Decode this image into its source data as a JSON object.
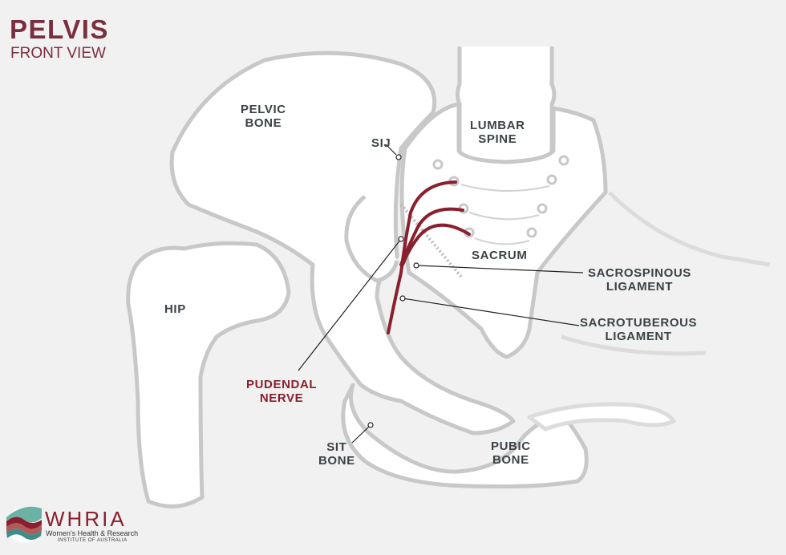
{
  "header": {
    "title": "PELVIS",
    "subtitle": "FRONT VIEW"
  },
  "labels": {
    "pelvic_bone": [
      "PELVIC",
      "BONE"
    ],
    "sij": "SIJ",
    "lumbar_spine": [
      "LUMBAR",
      "SPINE"
    ],
    "hip": "HIP",
    "sacrum": "SACRUM",
    "sacrospinous": [
      "SACROSPINOUS",
      "LIGAMENT"
    ],
    "sacrotuberous": [
      "SACROTUBEROUS",
      "LIGAMENT"
    ],
    "pudendal": [
      "PUDENDAL",
      "NERVE"
    ],
    "sit_bone": [
      "SIT",
      "BONE"
    ],
    "pubic_bone": [
      "PUBIC",
      "BONE"
    ]
  },
  "logo": {
    "name": "WHRIA",
    "line1": "Women's Health & Research",
    "line2": "INSTITUTE OF AUSTRALIA"
  },
  "colors": {
    "background": "#f1f1f1",
    "bone_fill": "#ffffff",
    "bone_outline": "#c8c8c8",
    "nerve": "#8a1f2d",
    "title": "#7a2f3f",
    "label": "#3a4346"
  }
}
